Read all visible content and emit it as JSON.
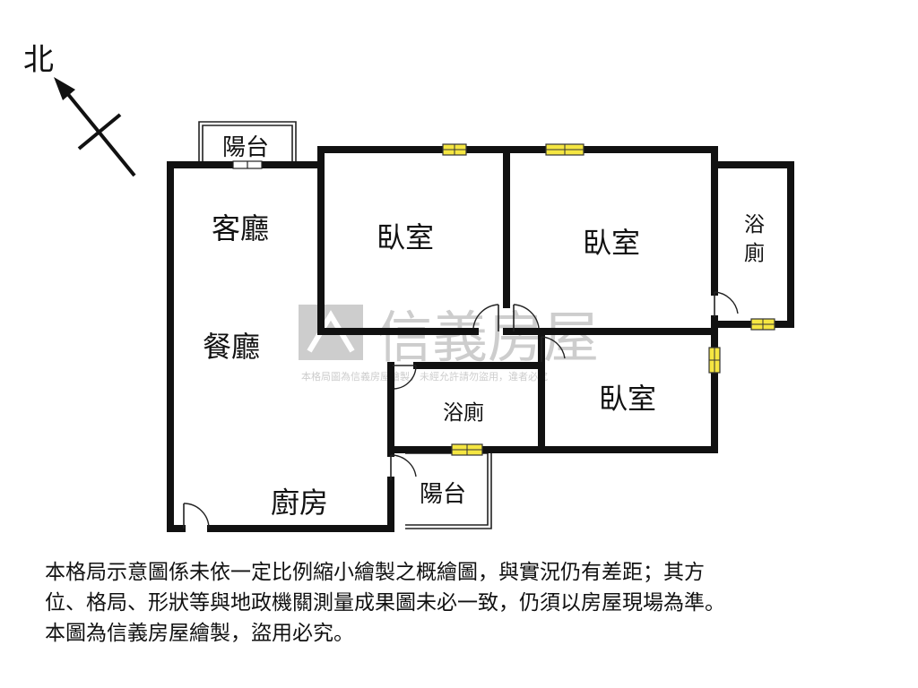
{
  "compass": {
    "north_label": "北"
  },
  "rooms": {
    "balcony_top": "陽台",
    "living_room": "客廳",
    "dining_room": "餐廳",
    "bedroom_1": "臥室",
    "bedroom_2": "臥室",
    "bedroom_3": "臥室",
    "bathroom_1": "浴廁",
    "bathroom_2_line1": "浴",
    "bathroom_2_line2": "廁",
    "kitchen": "廚房",
    "balcony_bottom": "陽台"
  },
  "watermark": {
    "brand": "信義房屋",
    "notice": "本格局圖為信義房屋繪製，未經允許請勿盜用，違者必究"
  },
  "disclaimer": {
    "line1": "本格局示意圖係未依一定比例縮小繪製之概繪圖，與實況仍有差距；其方",
    "line2": "位、格局、形狀等與地政機關測量成果圖未必一致，仍須以房屋現場為準。",
    "line3": "本圖為信義房屋繪製，盜用必究。"
  },
  "colors": {
    "wall": "#111111",
    "window": "#f5e642",
    "watermark": "#c8c8c8"
  }
}
